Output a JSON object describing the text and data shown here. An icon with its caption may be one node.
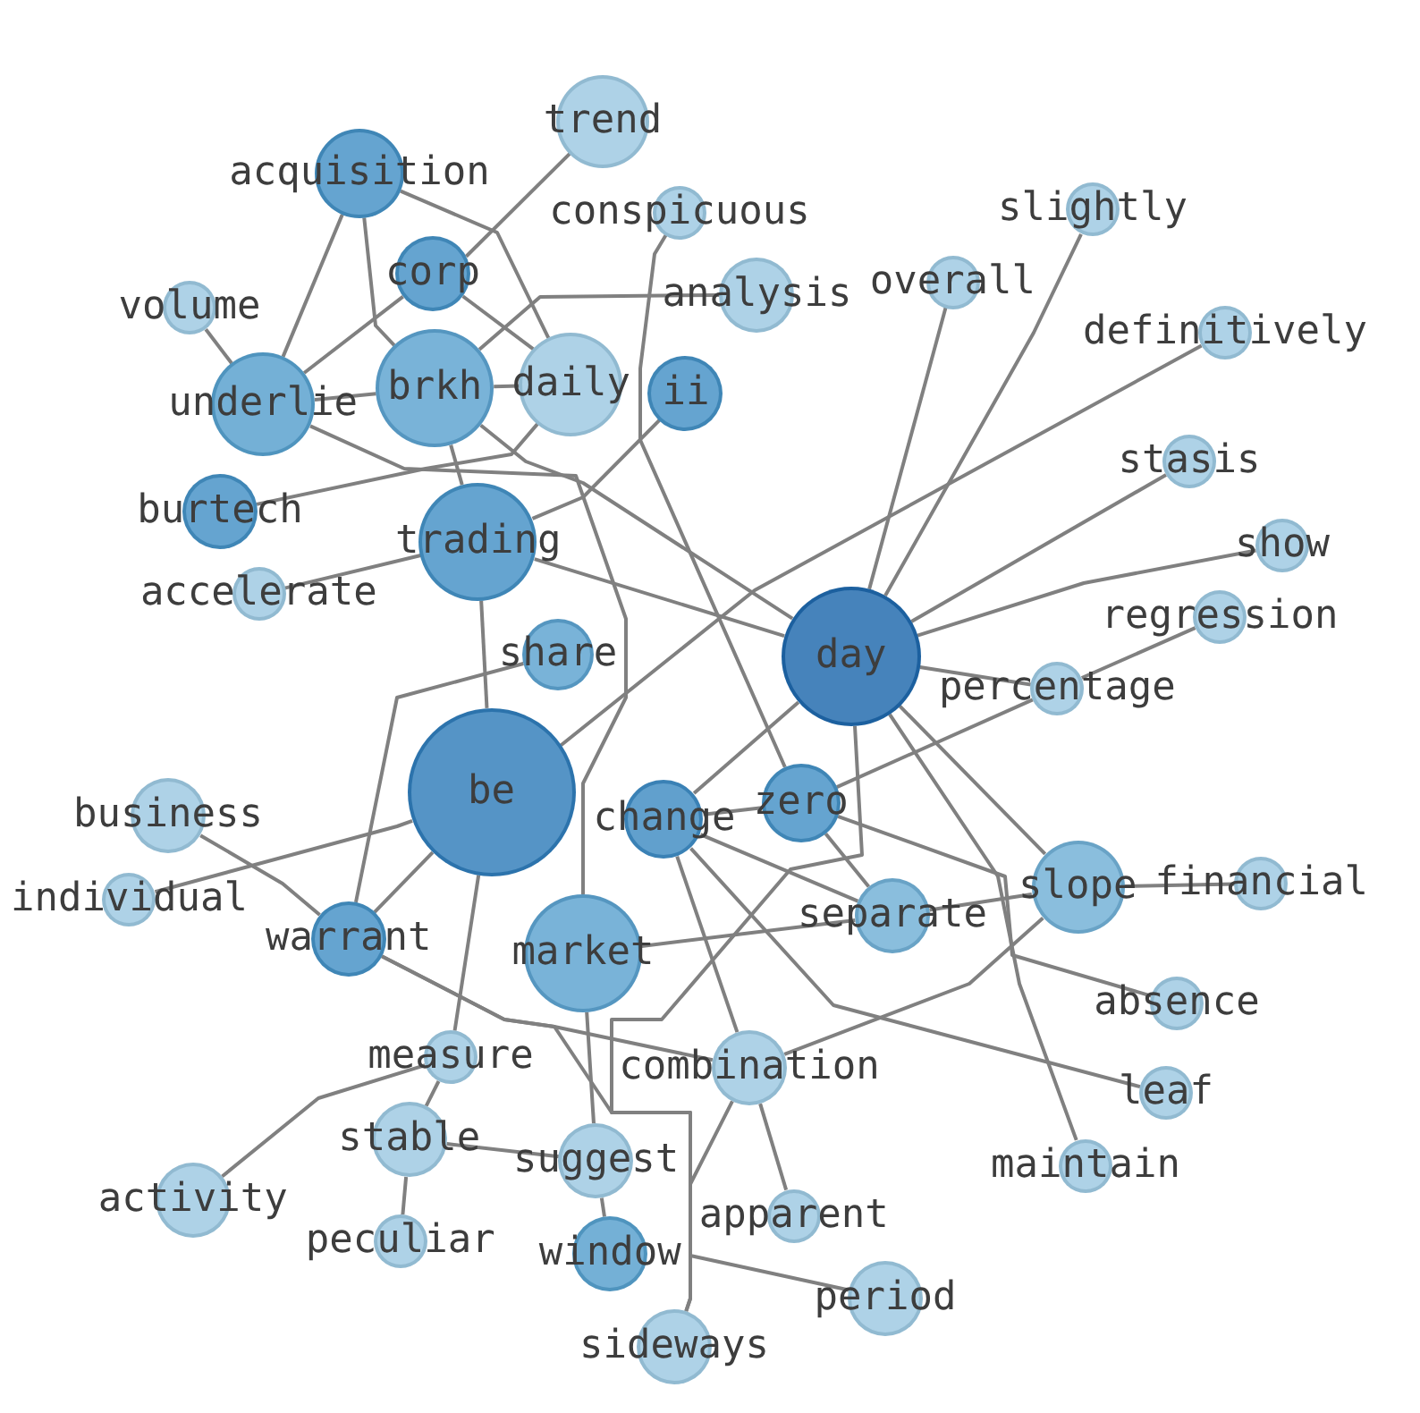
{
  "diagram": {
    "nodes": [
      {
        "text": [
          "trend"
        ]
      },
      {
        "text": [
          "acquisition"
        ]
      },
      {
        "text": [
          "corp"
        ]
      },
      {
        "text": [
          "conspicuous"
        ]
      },
      {
        "text": [
          "analysis"
        ]
      },
      {
        "text": [
          "slightly"
        ]
      },
      {
        "text": [
          "overall"
        ]
      },
      {
        "text": [
          "definitively"
        ]
      },
      {
        "text": [
          "volume"
        ]
      },
      {
        "text": [
          "brkh"
        ]
      },
      {
        "text": [
          "daily"
        ]
      },
      {
        "text": [
          "ii"
        ]
      },
      {
        "text": [
          "underlie"
        ]
      },
      {
        "text": [
          "burtech"
        ]
      },
      {
        "text": [
          "stasis"
        ]
      },
      {
        "text": [
          "show"
        ]
      },
      {
        "text": [
          "accelerate"
        ]
      },
      {
        "text": [
          "trading"
        ]
      },
      {
        "text": [
          "day"
        ]
      },
      {
        "text": [
          "percentage"
        ]
      },
      {
        "text": [
          "regression"
        ]
      },
      {
        "text": [
          "share"
        ]
      },
      {
        "text": [
          "be"
        ]
      },
      {
        "text": [
          "business"
        ]
      },
      {
        "text": [
          "change"
        ]
      },
      {
        "text": [
          "zero"
        ]
      },
      {
        "text": [
          "individual"
        ]
      },
      {
        "text": [
          "slope"
        ]
      },
      {
        "text": [
          "financial"
        ]
      },
      {
        "text": [
          "market"
        ]
      },
      {
        "text": [
          "warrant"
        ]
      },
      {
        "text": [
          "separate"
        ]
      },
      {
        "text": [
          "measure"
        ]
      },
      {
        "text": [
          "absence"
        ]
      },
      {
        "text": [
          "leaf"
        ]
      },
      {
        "text": [
          "stable"
        ]
      },
      {
        "text": [
          "combination"
        ]
      },
      {
        "text": [
          "maintain"
        ]
      },
      {
        "text": [
          "activity"
        ]
      },
      {
        "text": [
          "suggest"
        ]
      },
      {
        "text": [
          "peculiar"
        ]
      },
      {
        "text": [
          "sideways"
        ]
      },
      {
        "text": [
          "window"
        ]
      },
      {
        "text": [
          "apparent"
        ]
      },
      {
        "text": [
          "period"
        ]
      }
    ],
    "edges": [
      {
        "from": 0,
        "to": 2,
        "arrow": "none"
      },
      {
        "from": 1,
        "to": 12,
        "arrow": "none"
      },
      {
        "from": 1,
        "to": 9,
        "arrow": "none"
      },
      {
        "from": 1,
        "to": 10,
        "arrow": "none"
      },
      {
        "from": 2,
        "to": 10,
        "arrow": "none"
      },
      {
        "from": 2,
        "to": 12,
        "arrow": "none"
      },
      {
        "from": 9,
        "to": 17,
        "arrow": "none"
      },
      {
        "from": 9,
        "to": 10,
        "arrow": "none"
      },
      {
        "from": 9,
        "to": 18,
        "arrow": "none"
      },
      {
        "from": 12,
        "to": 9,
        "arrow": "none"
      },
      {
        "from": 9,
        "to": 4,
        "arrow": "none"
      },
      {
        "from": 13,
        "to": 10,
        "arrow": "none"
      },
      {
        "from": 11,
        "to": 17,
        "arrow": "none"
      },
      {
        "from": 8,
        "to": 12,
        "arrow": "none"
      },
      {
        "from": 16,
        "to": 17,
        "arrow": "none"
      },
      {
        "from": 17,
        "to": 18,
        "arrow": "none"
      },
      {
        "from": 3,
        "to": 25,
        "arrow": "none"
      },
      {
        "from": 6,
        "to": 18,
        "arrow": "none"
      },
      {
        "from": 5,
        "to": 18,
        "arrow": "none"
      },
      {
        "from": 7,
        "to": 22,
        "arrow": "none"
      },
      {
        "from": 14,
        "to": 18,
        "arrow": "none"
      },
      {
        "from": 15,
        "to": 18,
        "arrow": "none"
      },
      {
        "from": 18,
        "to": 19,
        "arrow": "none"
      },
      {
        "from": 19,
        "to": 20,
        "arrow": "none"
      },
      {
        "from": 18,
        "to": 27,
        "arrow": "none"
      },
      {
        "from": 18,
        "to": 37,
        "arrow": "none"
      },
      {
        "from": 18,
        "to": 41,
        "arrow": "none"
      },
      {
        "from": 18,
        "to": 24,
        "arrow": "none"
      },
      {
        "from": 25,
        "to": 19,
        "arrow": "none"
      },
      {
        "from": 30,
        "to": 22,
        "arrow": "none"
      },
      {
        "from": 30,
        "to": 21,
        "arrow": "none"
      },
      {
        "from": 26,
        "to": 22,
        "arrow": "none"
      },
      {
        "from": 24,
        "to": 25,
        "arrow": "none"
      },
      {
        "from": 24,
        "to": 31,
        "arrow": "none"
      },
      {
        "from": 25,
        "to": 31,
        "arrow": "none"
      },
      {
        "from": 25,
        "to": 33,
        "arrow": "none"
      },
      {
        "from": 24,
        "to": 34,
        "arrow": "none"
      },
      {
        "from": 29,
        "to": 31,
        "arrow": "none"
      },
      {
        "from": 31,
        "to": 27,
        "arrow": "none"
      },
      {
        "from": 27,
        "to": 28,
        "arrow": "none"
      },
      {
        "from": 27,
        "to": 36,
        "arrow": "none"
      },
      {
        "from": 36,
        "to": 41,
        "arrow": "none"
      },
      {
        "from": 29,
        "to": 39,
        "arrow": "none"
      },
      {
        "from": 32,
        "to": 38,
        "arrow": "none"
      },
      {
        "from": 40,
        "to": 35,
        "arrow": "none"
      },
      {
        "from": 35,
        "to": 32,
        "arrow": "none"
      },
      {
        "from": 32,
        "to": 22,
        "arrow": "none"
      },
      {
        "from": 35,
        "to": 39,
        "arrow": "none"
      },
      {
        "from": 39,
        "to": 42,
        "arrow": "none"
      },
      {
        "from": 43,
        "to": 36,
        "arrow": "none"
      },
      {
        "from": 36,
        "to": 24,
        "arrow": "none"
      },
      {
        "from": 23,
        "to": 30,
        "arrow": "none"
      },
      {
        "from": 30,
        "to": 44,
        "arrow": "none"
      },
      {
        "from": 30,
        "to": 36,
        "arrow": "none"
      },
      {
        "from": 12,
        "to": 29,
        "arrow": "none"
      },
      {
        "from": 17,
        "to": 22,
        "arrow": "none"
      }
    ]
  }
}
